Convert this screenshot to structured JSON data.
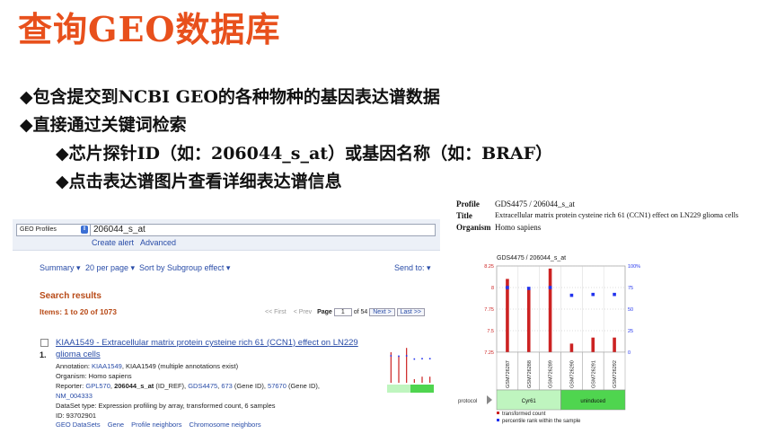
{
  "slide": {
    "title": "查询GEO数据库",
    "bullets": [
      "◆包含提交到NCBI GEO的各种物种的基因表达谱数据",
      "◆直接通过关键词检索",
      "◆芯片探针ID（如：206044_s_at）或基因名称（如：BRAF）",
      "◆点击表达谱图片查看详细表达谱信息"
    ]
  },
  "search": {
    "db_label": "GEO Profiles",
    "query": "206044_s_at",
    "create_alert": "Create alert",
    "advanced": "Advanced"
  },
  "toolbar": {
    "summary": "Summary ▾",
    "per_page": "20 per page ▾",
    "sort": "Sort by Subgroup effect ▾",
    "send_to": "Send to: ▾"
  },
  "results": {
    "heading": "Search results",
    "items_label": "Items: 1 to 20 of 1073",
    "pager": {
      "first": "<< First",
      "prev": "< Prev",
      "page_label": "Page",
      "page_value": "1",
      "of_pages": "of 54",
      "next": "Next >",
      "last": "Last >>"
    },
    "item": {
      "number": "1.",
      "title_line1": "KIAA1549 - Extracellular matrix protein cysteine rich 61 (CCN1) effect on LN229",
      "title_line2": "glioma cells",
      "annotation_label": "Annotation:",
      "annotation_link": "KIAA1549",
      "annotation_rest": ", KIAA1549 (multiple annotations exist)",
      "organism": "Organism: Homo sapiens",
      "reporter_label": "Reporter:",
      "reporter_gpl": "GPL570",
      "reporter_id": "206044_s_at",
      "reporter_idref": " (ID_REF),",
      "reporter_gds": "GDS4475",
      "reporter_673": "673",
      "reporter_geneid1": " (Gene ID),",
      "reporter_57670": "57670",
      "reporter_geneid2": " (Gene ID),",
      "reporter_nm": "NM_004333",
      "dataset_type": "DataSet type: Expression profiling by array, transformed count, 6 samples",
      "id": "ID: 93702901",
      "links": [
        "GEO DataSets",
        "Gene",
        "Profile neighbors",
        "Chromosome neighbors"
      ]
    }
  },
  "profile": {
    "profile_label": "Profile",
    "profile_value": "GDS4475 / 206044_s_at",
    "title_label": "Title",
    "title_value": "Extracellular matrix protein cysteine rich 61 (CCN1) effect on LN229 glioma cells",
    "organism_label": "Organism",
    "organism_value": "Homo sapiens"
  },
  "chart_data": {
    "type": "bar",
    "title": "GDS4475 / 206044_s_at",
    "categories": [
      "GSM726287",
      "GSM726288",
      "GSM726289",
      "GSM726290",
      "GSM726291",
      "GSM726292"
    ],
    "series": [
      {
        "name": "transformed count",
        "values": [
          8.1,
          7.98,
          8.22,
          7.35,
          7.42,
          7.42
        ],
        "color": "#cc2222"
      },
      {
        "name": "percentile rank within the sample",
        "values": [
          75,
          74,
          75,
          66,
          67,
          67
        ],
        "color": "#2233ee"
      }
    ],
    "ylim": [
      7.25,
      8.25
    ],
    "yticks": [
      7.25,
      7.5,
      7.75,
      8,
      8.25
    ],
    "y2lim": [
      0,
      100
    ],
    "y2ticks": [
      "0",
      "25",
      "50",
      "75",
      "100%"
    ],
    "groups": [
      {
        "label": "Cyr61",
        "count": 3,
        "color": "#bff5bf"
      },
      {
        "label": "uninduced",
        "count": 3,
        "color": "#4fd54f"
      }
    ],
    "group_axis_label": "protocol",
    "legend": [
      "transformed count",
      "percentile rank within the sample"
    ]
  }
}
